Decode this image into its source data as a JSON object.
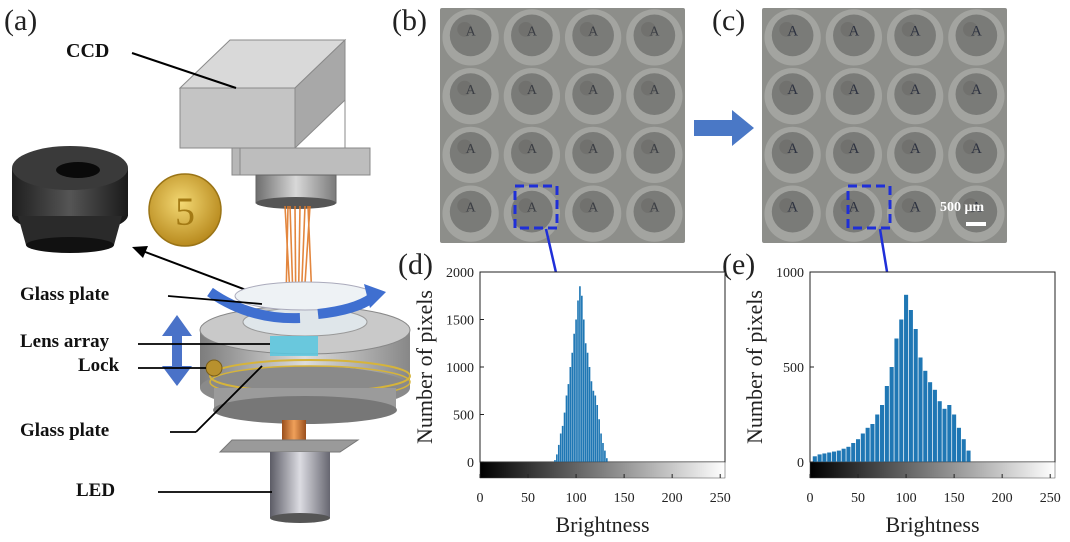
{
  "figure": {
    "panel_labels": [
      "(a)",
      "(b)",
      "(c)",
      "(d)",
      "(e)"
    ],
    "panel_a": {
      "labels": {
        "ccd": "CCD",
        "glass_plate_top": "Glass plate",
        "lens_array": "Lens array",
        "lock": "Lock",
        "glass_plate_bottom": "Glass plate",
        "led": "LED"
      },
      "coin_text": "5"
    },
    "micrograph": {
      "cell_letter": "A",
      "scale_bar": "500 μm",
      "rows": 4,
      "cols": 4
    }
  },
  "chart_data": [
    {
      "type": "bar",
      "panel": "(d)",
      "xlabel": "Brightness",
      "ylabel": "Number of pixels",
      "xlim": [
        0,
        255
      ],
      "ylim": [
        0,
        2000
      ],
      "xticks": [
        0,
        50,
        100,
        150,
        200,
        250
      ],
      "yticks": [
        0,
        500,
        1000,
        1500,
        2000
      ],
      "color": "#1f77b4",
      "x": [
        78,
        80,
        82,
        84,
        86,
        88,
        90,
        92,
        94,
        96,
        98,
        100,
        102,
        104,
        106,
        108,
        110,
        112,
        114,
        116,
        118,
        120,
        122,
        124,
        126,
        128,
        130,
        132
      ],
      "values": [
        20,
        80,
        180,
        300,
        380,
        520,
        700,
        820,
        1000,
        1150,
        1350,
        1500,
        1700,
        1850,
        1750,
        1500,
        1250,
        1150,
        1000,
        850,
        750,
        700,
        600,
        450,
        300,
        200,
        120,
        40
      ]
    },
    {
      "type": "bar",
      "panel": "(e)",
      "xlabel": "Brightness",
      "ylabel": "Number of pixels",
      "xlim": [
        0,
        255
      ],
      "ylim": [
        0,
        1000
      ],
      "xticks": [
        0,
        50,
        100,
        150,
        200,
        250
      ],
      "yticks": [
        0,
        500,
        1000
      ],
      "color": "#1f77b4",
      "x": [
        5,
        10,
        15,
        20,
        25,
        30,
        35,
        40,
        45,
        50,
        55,
        60,
        65,
        70,
        75,
        80,
        85,
        90,
        95,
        100,
        105,
        110,
        115,
        120,
        125,
        130,
        135,
        140,
        145,
        150,
        155,
        160,
        165
      ],
      "values": [
        30,
        40,
        45,
        50,
        55,
        60,
        70,
        80,
        100,
        120,
        150,
        180,
        200,
        250,
        300,
        400,
        500,
        650,
        750,
        880,
        800,
        700,
        550,
        480,
        420,
        380,
        320,
        280,
        300,
        250,
        180,
        120,
        60
      ]
    }
  ]
}
